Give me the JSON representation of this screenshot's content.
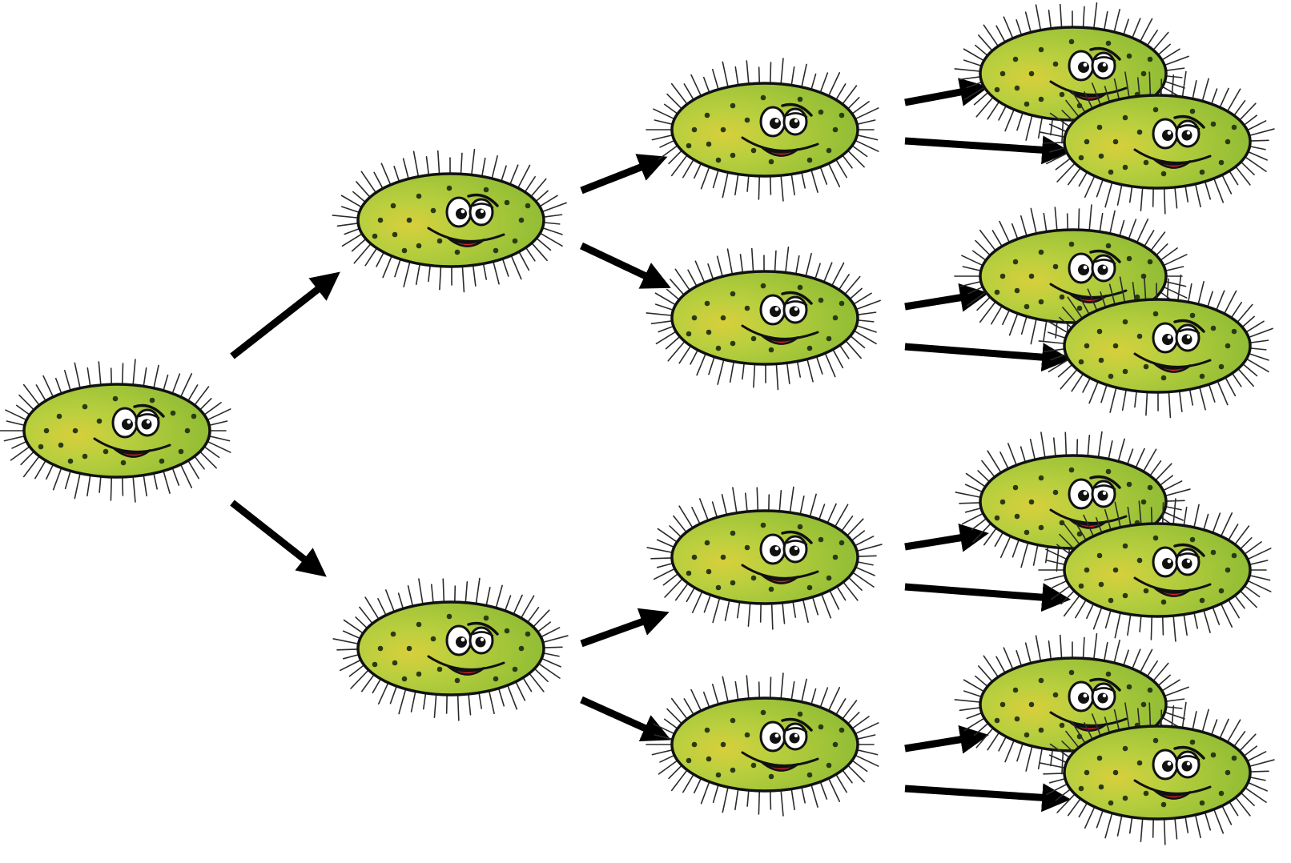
{
  "colors": {
    "background": "#ffffff",
    "cell_fill_light": "#d8cf3c",
    "cell_fill_mid": "#a9cb3d",
    "cell_fill_dark": "#8fbc34",
    "outline": "#111111",
    "spike": "#2a2a2a",
    "spot": "#2a3a12",
    "eye_white": "#ffffff",
    "pupil": "#111111",
    "mouth": "#d8212c",
    "arrow": "#000000"
  },
  "icons": {
    "cell": "bacterium-icon",
    "arrow": "arrow-icon"
  },
  "diagram": {
    "generations": [
      {
        "generation": 1,
        "cell_count": 1
      },
      {
        "generation": 2,
        "cell_count": 2
      },
      {
        "generation": 3,
        "cell_count": 4
      },
      {
        "generation": 4,
        "cell_count": 8
      }
    ]
  }
}
